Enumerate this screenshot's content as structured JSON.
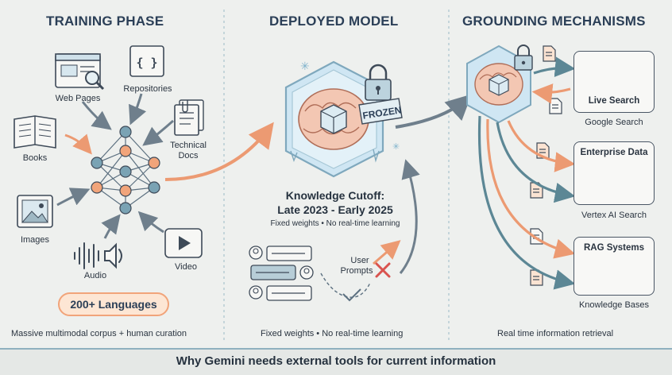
{
  "training": {
    "title": "TRAINING PHASE",
    "sources": {
      "web_pages": "Web Pages",
      "repositories": "Repositories",
      "books": "Books",
      "technical_docs_1": "Technical",
      "technical_docs_2": "Docs",
      "images": "Images",
      "audio": "Audio",
      "video": "Video"
    },
    "languages_badge": "200+ Languages",
    "footer": "Massive multimodal corpus + human curation"
  },
  "deployed": {
    "title": "DEPLOYED MODEL",
    "frozen_tag": "FROZEN",
    "cutoff_line1": "Knowledge Cutoff:",
    "cutoff_line2": "Late 2023 - Early 2025",
    "cutoff_sub": "Fixed weights • No real-time learning",
    "user_prompts_1": "User",
    "user_prompts_2": "Prompts",
    "footer": "Fixed weights • No real-time learning"
  },
  "grounding": {
    "title": "GROUNDING MECHANISMS",
    "cards": [
      {
        "title": "Live Search",
        "caption": "Google Search"
      },
      {
        "title": "Enterprise Data",
        "caption": "Vertex AI Search"
      },
      {
        "title": "RAG Systems",
        "caption": "Knowledge Bases"
      }
    ],
    "footer": "Real time information retrieval"
  },
  "banner": "Why Gemini needs external tools for current information",
  "colors": {
    "title": "#2b3f57",
    "accent_orange": "#f1a47a",
    "accent_teal": "#6e9aa8",
    "ice": "#cfe6f3",
    "brain": "#f3c7b3"
  }
}
